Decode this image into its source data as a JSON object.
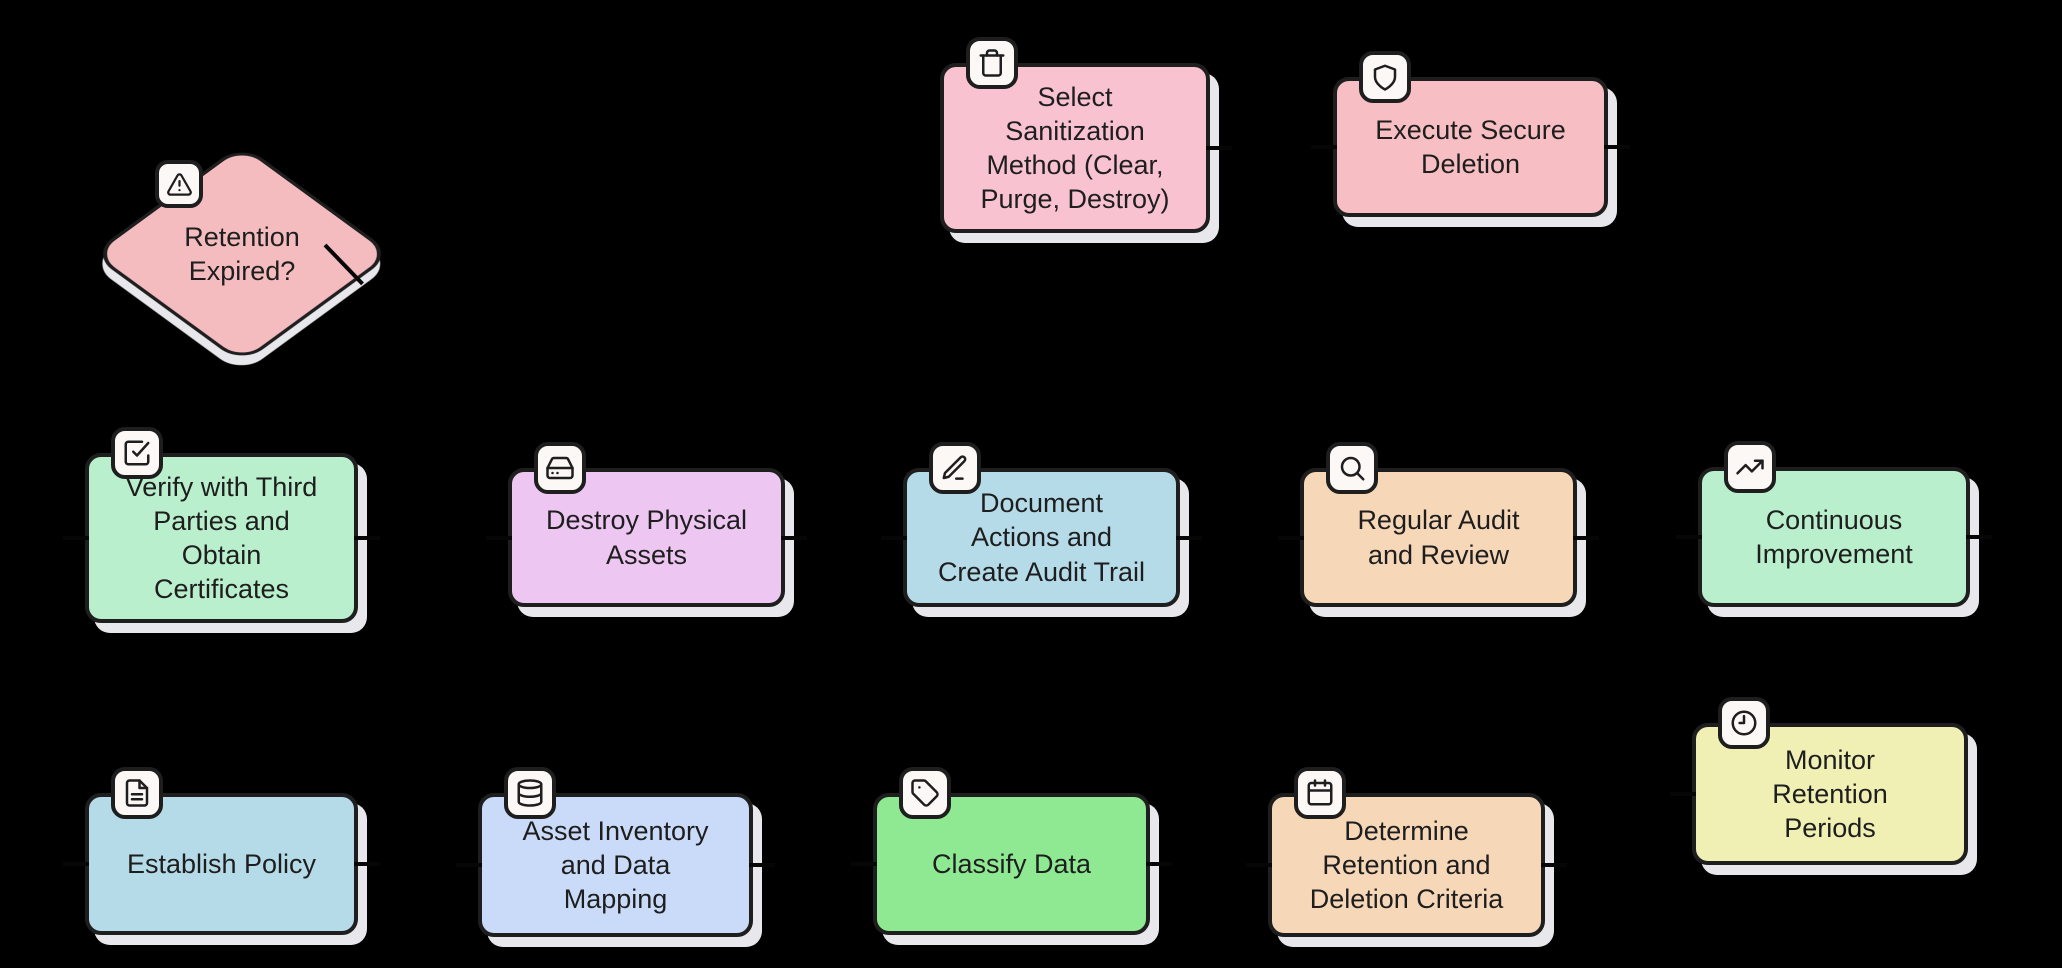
{
  "canvas": {
    "background": "#000000",
    "border_color": "#1e1e1e",
    "shadow_color": "#e8e8ec",
    "badge_fill": "#fcf8f6",
    "text_color": "#1e1e1e"
  },
  "nodes": [
    {
      "id": "retention-expired",
      "shape": "diamond",
      "label": "Retention\nExpired?",
      "icon": "alert-triangle-icon",
      "fill": "#f5bcc0"
    },
    {
      "id": "select-sanitization",
      "shape": "rect",
      "label": "Select\nSanitization\nMethod (Clear,\nPurge, Destroy)",
      "icon": "trash-icon",
      "fill": "#f9c2d1"
    },
    {
      "id": "execute-secure-deletion",
      "shape": "rect",
      "label": "Execute Secure\nDeletion",
      "icon": "shield-icon",
      "fill": "#f7bfc3"
    },
    {
      "id": "verify-third-parties",
      "shape": "rect",
      "label": "Verify with Third\nParties and\nObtain\nCertificates",
      "icon": "check-square-icon",
      "fill": "#b9efcc"
    },
    {
      "id": "destroy-physical-assets",
      "shape": "rect",
      "label": "Destroy Physical\nAssets",
      "icon": "hard-drive-icon",
      "fill": "#edc6f2"
    },
    {
      "id": "document-actions",
      "shape": "rect",
      "label": "Document\nActions and\nCreate Audit Trail",
      "icon": "pencil-icon",
      "fill": "#b5dbe8"
    },
    {
      "id": "regular-audit",
      "shape": "rect",
      "label": "Regular Audit\nand Review",
      "icon": "search-icon",
      "fill": "#f6d7b8"
    },
    {
      "id": "continuous-improvement",
      "shape": "rect",
      "label": "Continuous\nImprovement",
      "icon": "trending-up-icon",
      "fill": "#b9efcc"
    },
    {
      "id": "establish-policy",
      "shape": "rect",
      "label": "Establish Policy",
      "icon": "file-text-icon",
      "fill": "#b5dbe8"
    },
    {
      "id": "asset-inventory",
      "shape": "rect",
      "label": "Asset Inventory\nand Data\nMapping",
      "icon": "database-icon",
      "fill": "#c9dbf8"
    },
    {
      "id": "classify-data",
      "shape": "rect",
      "label": "Classify Data",
      "icon": "tag-icon",
      "fill": "#8fe993"
    },
    {
      "id": "determine-retention",
      "shape": "rect",
      "label": "Determine\nRetention and\nDeletion Criteria",
      "icon": "calendar-icon",
      "fill": "#f6d7b8"
    },
    {
      "id": "monitor-retention",
      "shape": "rect",
      "label": "Monitor\nRetention\nPeriods",
      "icon": "clock-icon",
      "fill": "#f1f0b4"
    }
  ]
}
